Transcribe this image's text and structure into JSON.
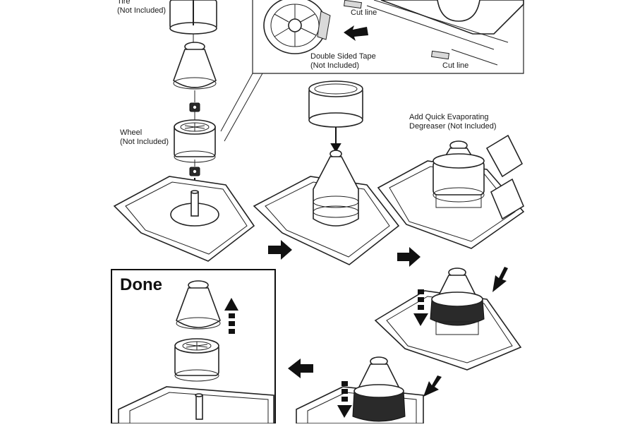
{
  "labels": {
    "tire_line1": "Tire",
    "tire_line2": "(Not Included)",
    "wheel_line1": "Wheel",
    "wheel_line2": "(Not Included)",
    "tape_line1": "Double Sided Tape",
    "tape_line2": "(Not Included)",
    "cut_line_top": "Cut line",
    "cut_line_bottom": "Cut line",
    "degreaser_line1": "Add Quick Evaporating",
    "degreaser_line2": "Degreaser (Not Included)",
    "done": "Done"
  },
  "icons": {
    "flow_arrow": "arrow-right-icon",
    "back_arrow": "arrow-left-icon",
    "push_down": "dashed-arrow-down-icon",
    "pull_up": "dashed-arrow-up-icon"
  },
  "colors": {
    "ink": "#222222",
    "fill": "#ffffff"
  }
}
